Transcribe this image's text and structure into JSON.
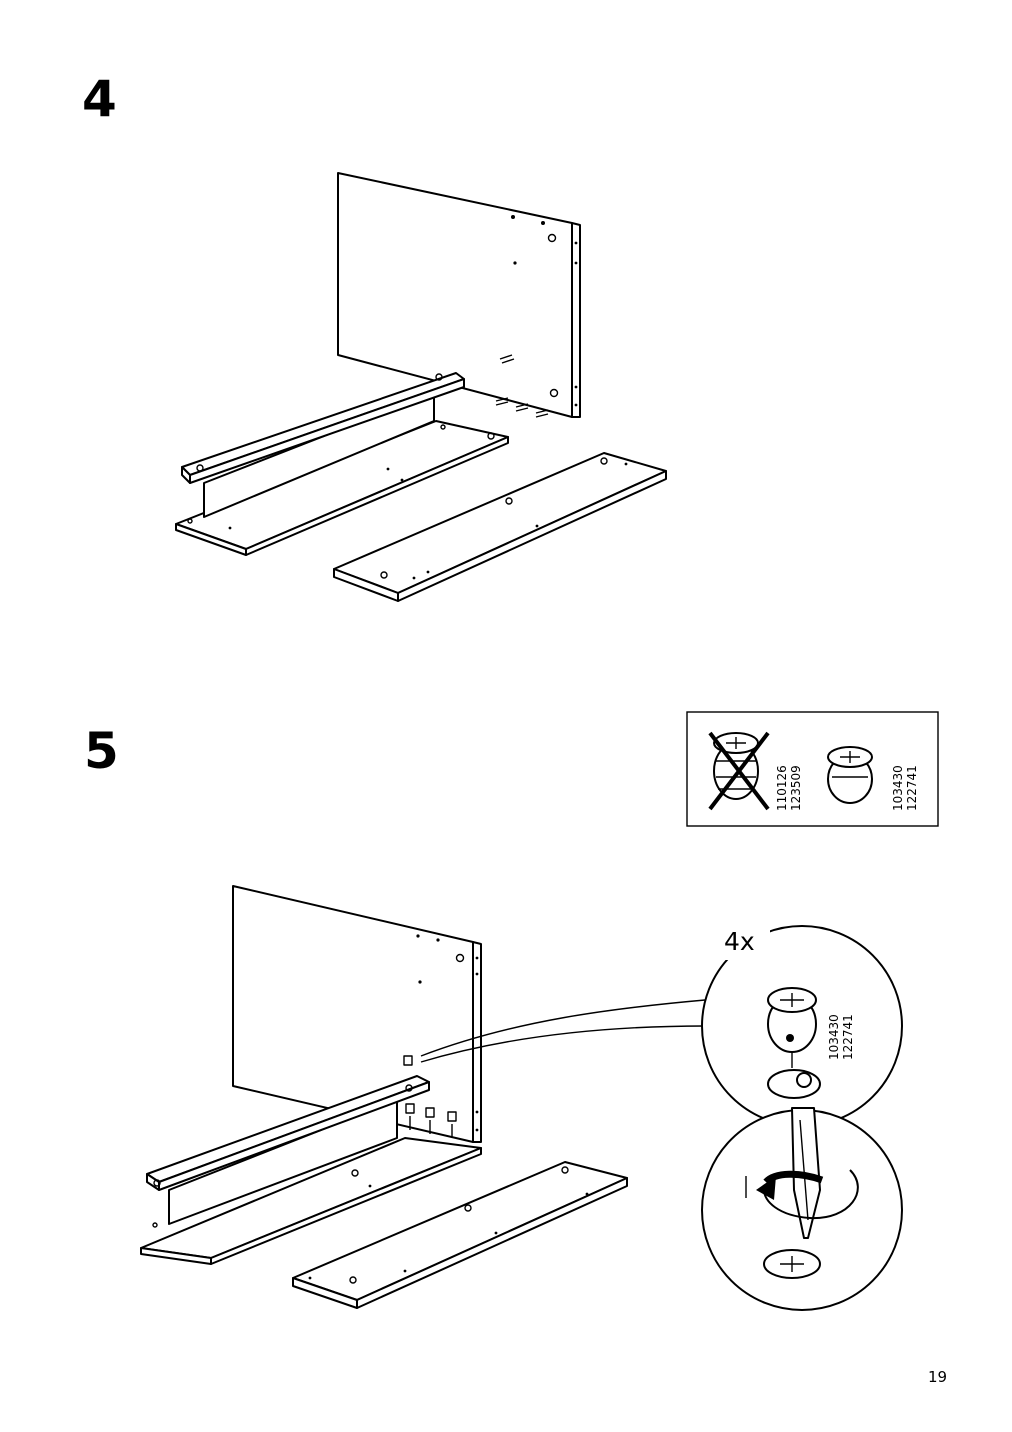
{
  "steps": [
    {
      "number": "4"
    },
    {
      "number": "5"
    }
  ],
  "comparison_box": {
    "wrong_part": {
      "code_1": "110126",
      "code_2": "123509"
    },
    "correct_part": {
      "code_1": "103430",
      "code_2": "122741"
    }
  },
  "detail_callout": {
    "quantity": "4x",
    "part": {
      "code_1": "103430",
      "code_2": "122741"
    }
  },
  "page_number": "19",
  "icons": [
    "cam-lock-fitting-icon",
    "screwdriver-icon",
    "rotate-clockwise-arrow-icon",
    "cross-out-icon"
  ]
}
